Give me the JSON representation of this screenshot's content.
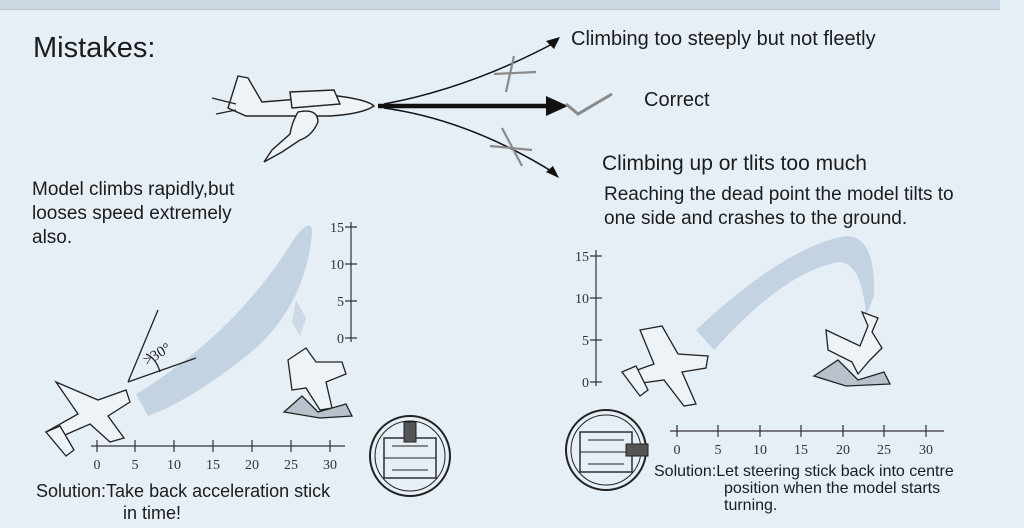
{
  "heading": "Mistakes:",
  "options": {
    "steep": "Climbing too steeply but not fleetly",
    "correct": "Correct",
    "tilt": "Climbing up or tlits too much"
  },
  "left_panel": {
    "description": [
      "Model climbs rapidly,but",
      "looses speed extremely",
      "also."
    ],
    "angle_label": ">30°",
    "solution": [
      "Solution:Take back acceleration stick",
      "in time!"
    ],
    "y_ticks": [
      "15",
      "10",
      "5",
      "0"
    ],
    "x_ticks": [
      "0",
      "5",
      "10",
      "15",
      "20",
      "25",
      "30"
    ]
  },
  "right_panel": {
    "description": [
      "Reaching the dead point the model tilts to",
      "one side and crashes to the ground."
    ],
    "solution": [
      "Solution:Let steering stick back into centre",
      "position when the model starts",
      "turning."
    ],
    "y_ticks": [
      "15",
      "10",
      "5",
      "0"
    ],
    "x_ticks": [
      "0",
      "5",
      "10",
      "15",
      "20",
      "25",
      "30"
    ]
  },
  "colors": {
    "background": "#e6eef6",
    "path_band": "#c4d3e2",
    "line": "#1c1c1c",
    "mark": "#8a8a8a"
  }
}
